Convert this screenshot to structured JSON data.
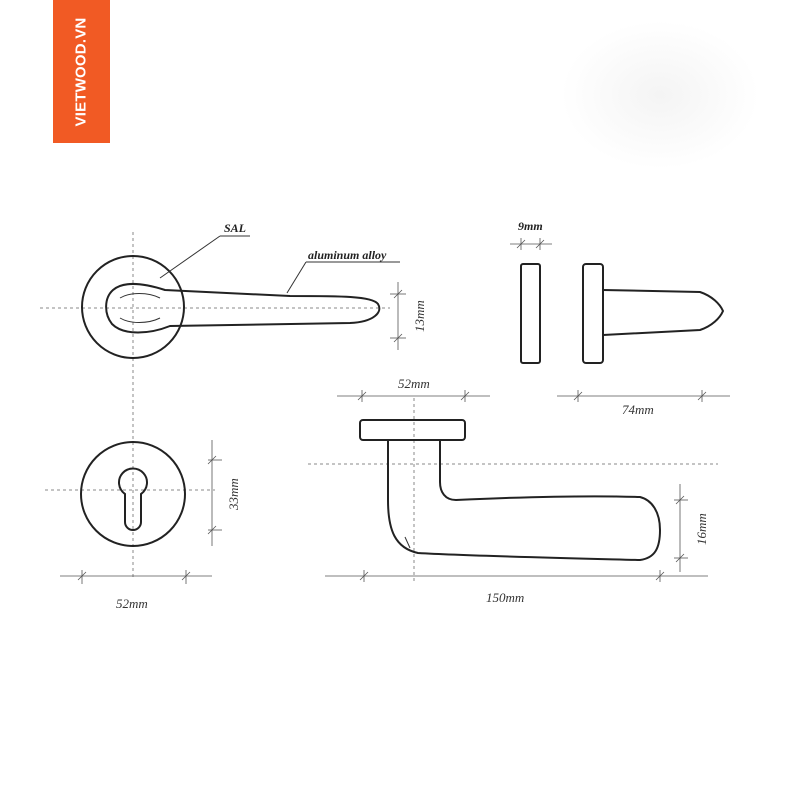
{
  "brand": {
    "label": "VIETWOOD.VN",
    "color": "#f15a24"
  },
  "callouts": {
    "sal": "SAL",
    "material": "aluminum alloy"
  },
  "dimensions": {
    "rose_diameter": "52mm",
    "keyhole_height": "33mm",
    "lever_thickness": "13mm",
    "rose_thickness": "9mm",
    "lever_projection": "74mm",
    "base_width": "52mm",
    "lever_length": "150mm",
    "grip_height": "16mm"
  }
}
